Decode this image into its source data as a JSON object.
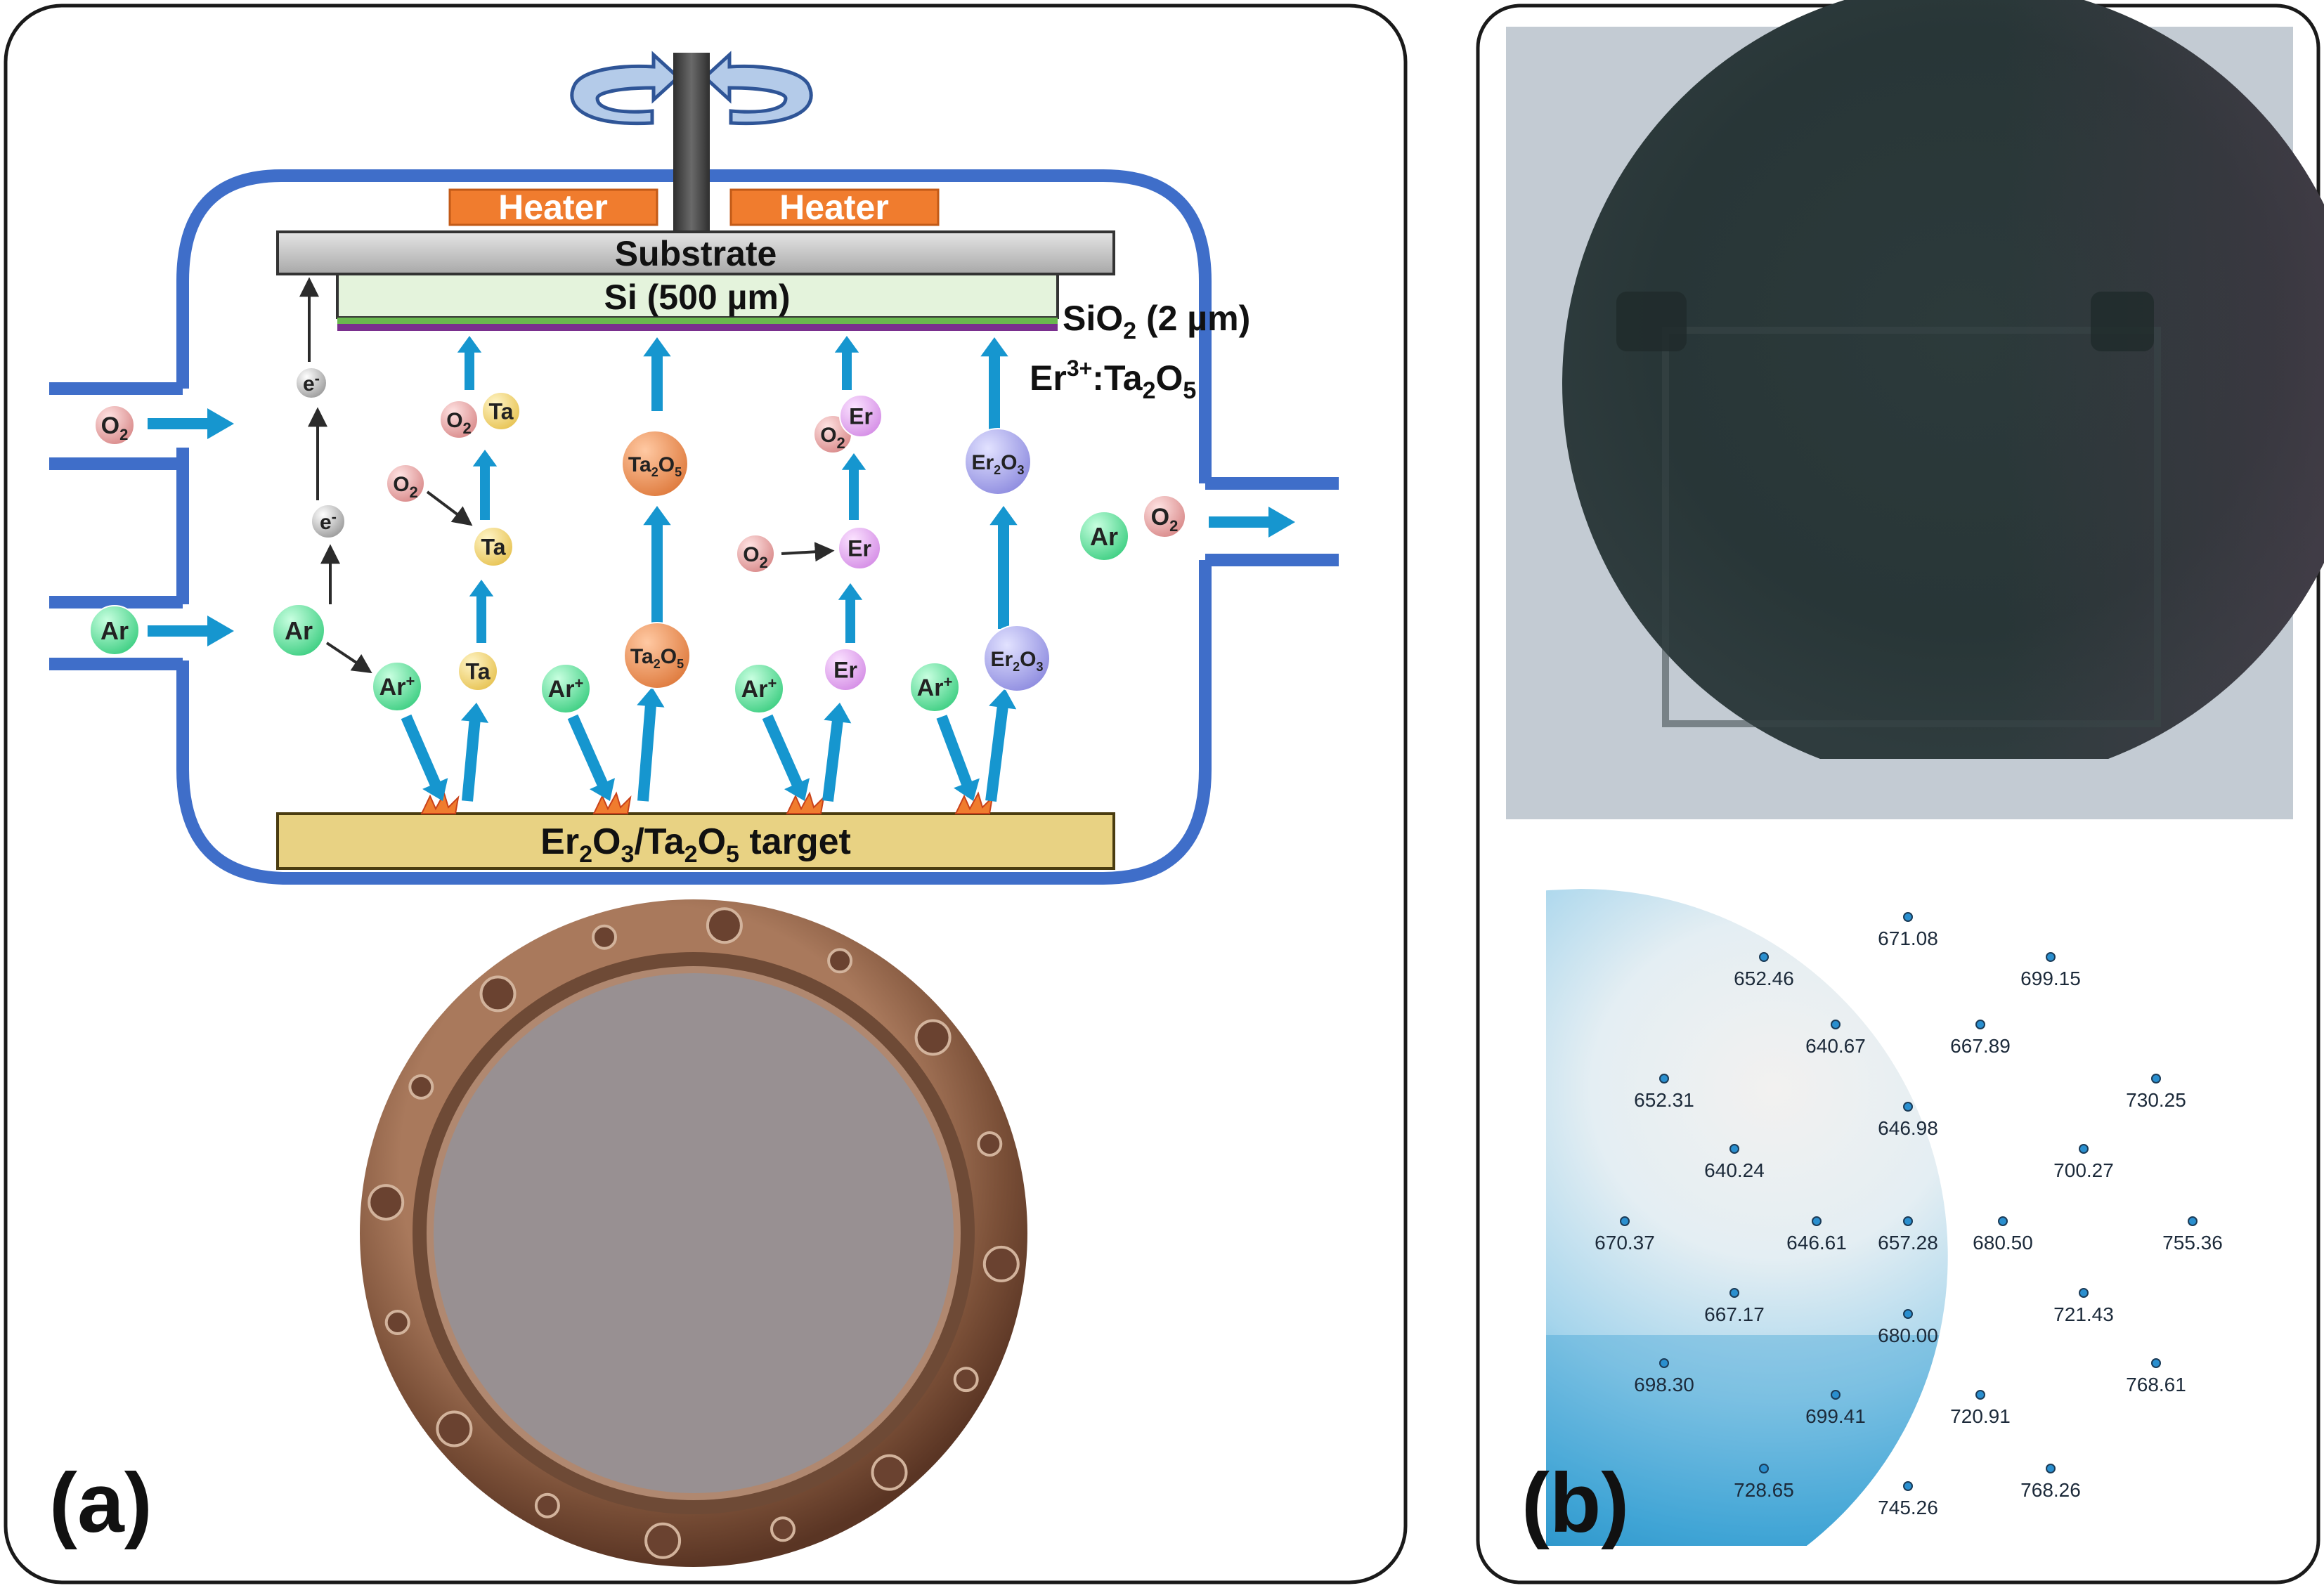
{
  "panel_a": {
    "label": "(a)",
    "heater_left": "Heater",
    "heater_right": "Heater",
    "substrate": "Substrate",
    "si_layer": "Si (500 µm)",
    "sio2_label": {
      "main": "SiO",
      "sub": "2",
      "rest": " (2 µm)"
    },
    "er_label": {
      "a": "Er",
      "sup": "3+",
      "b": ":Ta",
      "sub1": "2",
      "c": "O",
      "sub2": "5"
    },
    "target": {
      "a": "Er",
      "s1": "2",
      "b": "O",
      "s2": "3",
      "c": "/Ta",
      "s3": "2",
      "d": "O",
      "s4": "5",
      "e": " target"
    },
    "species": {
      "o2": {
        "main": "O",
        "sub": "2"
      },
      "ar": "Ar",
      "ar_plus": {
        "main": "Ar",
        "sup": "+"
      },
      "e_minus": {
        "main": "e",
        "sup": "-"
      },
      "ta": "Ta",
      "er": "Er",
      "ta2o5": {
        "a": "Ta",
        "s1": "2",
        "b": "O",
        "s2": "5"
      },
      "er2o3": {
        "a": "Er",
        "s1": "2",
        "b": "O",
        "s2": "3"
      }
    }
  },
  "panel_b": {
    "label": "(b)",
    "map_values": [
      {
        "v": "671.08"
      },
      {
        "v": "652.46"
      },
      {
        "v": "699.15"
      },
      {
        "v": "640.67"
      },
      {
        "v": "667.89"
      },
      {
        "v": "652.31"
      },
      {
        "v": "730.25"
      },
      {
        "v": "646.98"
      },
      {
        "v": "640.24"
      },
      {
        "v": "700.27"
      },
      {
        "v": "670.37"
      },
      {
        "v": "646.61"
      },
      {
        "v": "657.28"
      },
      {
        "v": "680.50"
      },
      {
        "v": "755.36"
      },
      {
        "v": "667.17"
      },
      {
        "v": "721.43"
      },
      {
        "v": "680.00"
      },
      {
        "v": "698.30"
      },
      {
        "v": "768.61"
      },
      {
        "v": "699.41"
      },
      {
        "v": "720.91"
      },
      {
        "v": "728.65"
      },
      {
        "v": "745.26"
      },
      {
        "v": "768.26"
      }
    ]
  },
  "colors": {
    "chamber": "#3f6ec9",
    "heater": "#f07c2e",
    "arrow_blue": "#1696cf",
    "target_gold": "#e8d283",
    "map_low": "#f2f2f2",
    "map_high": "#1480b8"
  }
}
